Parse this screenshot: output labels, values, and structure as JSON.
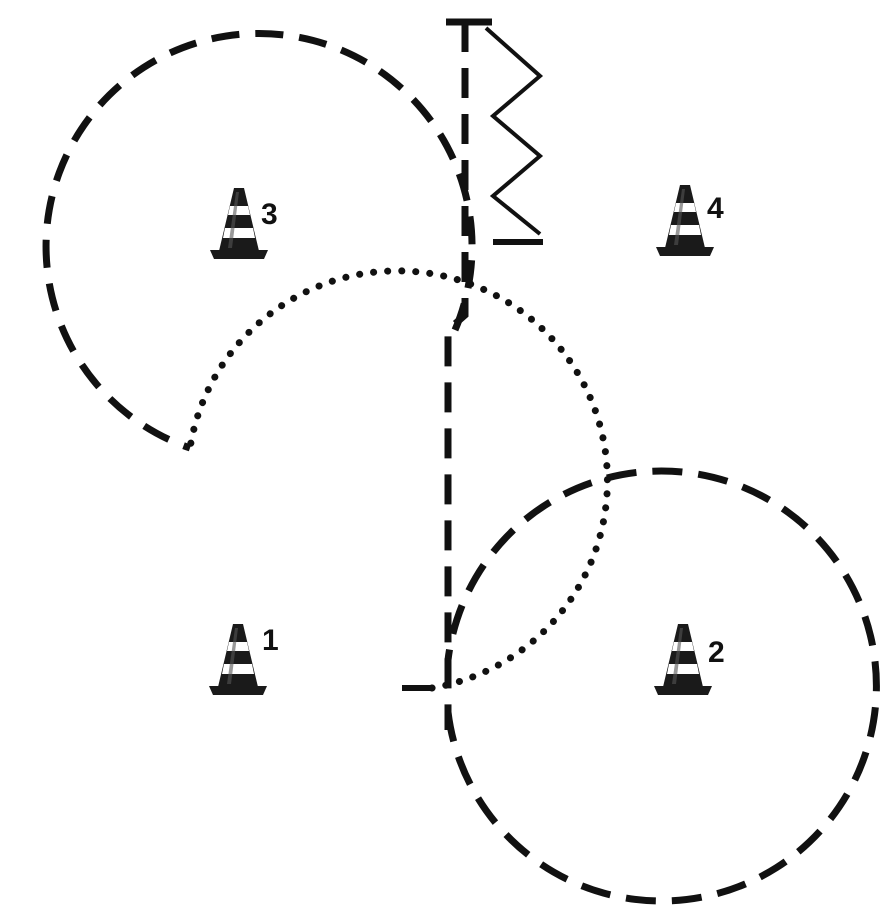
{
  "diagram": {
    "colors": {
      "ink": "#111111",
      "cone_body": "#1a1a1a",
      "cone_stripe": "#ffffff",
      "background": "#ffffff"
    },
    "cones": [
      {
        "id": "cone-1",
        "label": "1",
        "icon": "traffic-cone-icon"
      },
      {
        "id": "cone-2",
        "label": "2",
        "icon": "traffic-cone-icon"
      },
      {
        "id": "cone-3",
        "label": "3",
        "icon": "traffic-cone-icon"
      },
      {
        "id": "cone-4",
        "label": "4",
        "icon": "traffic-cone-icon"
      }
    ],
    "paths": [
      {
        "id": "path-circle-around-cone-3",
        "style": "dashed"
      },
      {
        "id": "path-circle-around-cone-1",
        "style": "dotted"
      },
      {
        "id": "path-circle-around-cone-2",
        "style": "dashed"
      },
      {
        "id": "path-vertical-line",
        "style": "dashed"
      },
      {
        "id": "path-zigzag",
        "style": "solid"
      }
    ]
  }
}
